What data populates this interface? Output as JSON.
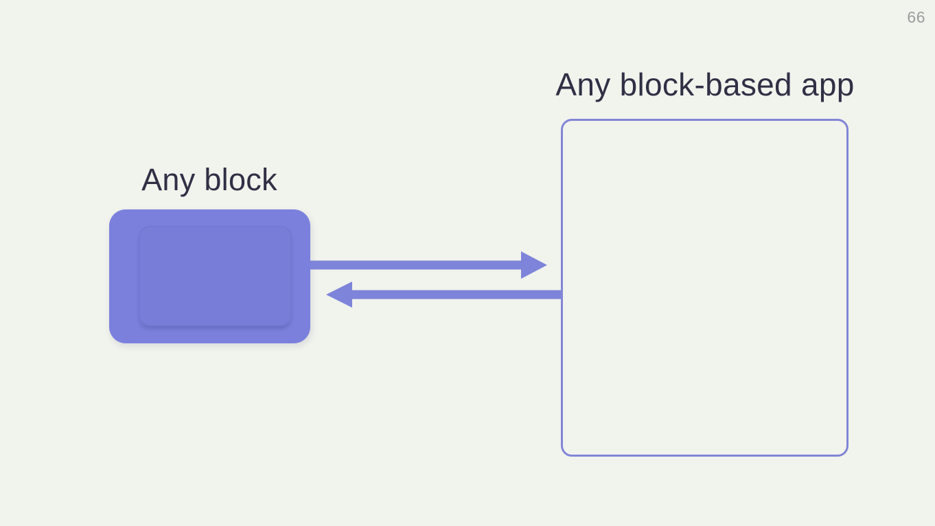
{
  "slide": {
    "page_number": "66"
  },
  "diagram": {
    "block": {
      "label": "Any block",
      "fill_color": "#7B80DD"
    },
    "app": {
      "label": "Any block-based app",
      "border_color": "#8285D7"
    },
    "arrows": [
      {
        "direction": "right",
        "from": "any-block",
        "to": "any-block-based-app"
      },
      {
        "direction": "left",
        "from": "any-block-based-app",
        "to": "any-block"
      }
    ]
  },
  "colors": {
    "background": "#F1F3ED",
    "block_fill": "#7B80DD",
    "arrow": "#7E84D9",
    "frame_border": "#8285D7",
    "ink": "#2F3044",
    "muted": "#9C9C9C"
  }
}
